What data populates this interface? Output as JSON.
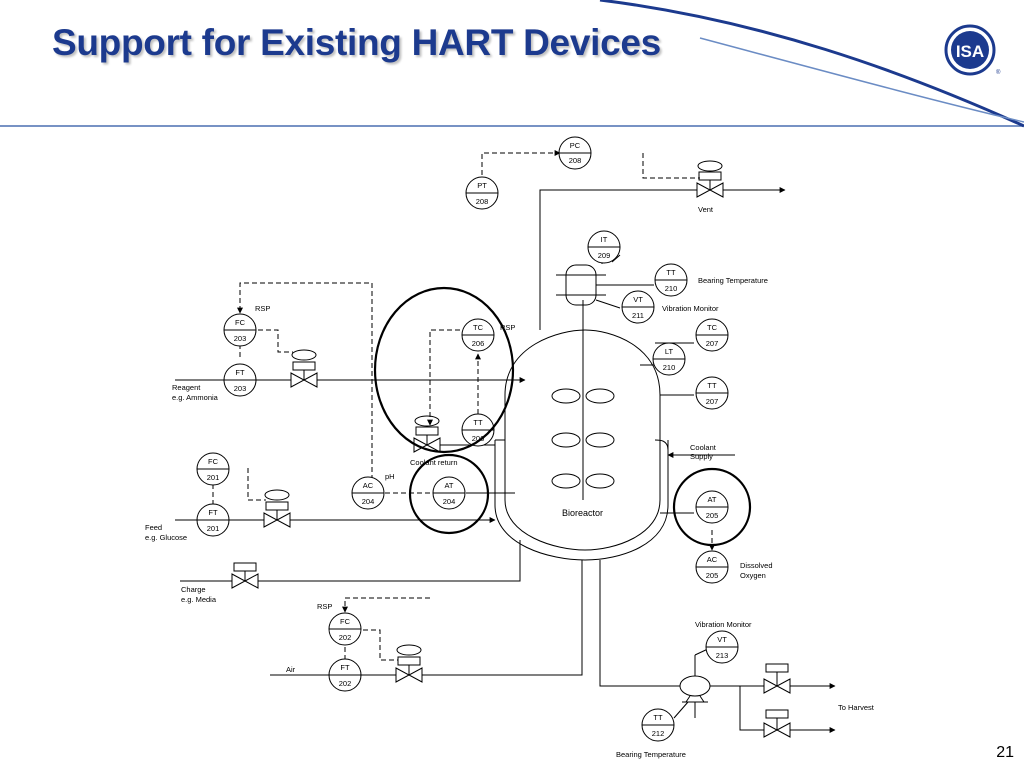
{
  "slide": {
    "title": "Support for Existing HART Devices",
    "page_number": "21",
    "logo_text": "ISA",
    "logo_mark": "®"
  },
  "colors": {
    "title": "#1c3a8e",
    "swoosh": "#1c3a8e",
    "accent_line": "#4a6fb0"
  },
  "instruments": {
    "pc208": {
      "code": "PC",
      "num": "208"
    },
    "pt208": {
      "code": "PT",
      "num": "208"
    },
    "it209": {
      "code": "IT",
      "num": "209"
    },
    "tt210": {
      "code": "TT",
      "num": "210"
    },
    "vt211": {
      "code": "VT",
      "num": "211"
    },
    "tc207": {
      "code": "TC",
      "num": "207"
    },
    "lt210": {
      "code": "LT",
      "num": "210"
    },
    "tt207": {
      "code": "TT",
      "num": "207"
    },
    "tc206": {
      "code": "TC",
      "num": "206"
    },
    "tt206": {
      "code": "TT",
      "num": "206"
    },
    "fc203": {
      "code": "FC",
      "num": "203"
    },
    "ft203": {
      "code": "FT",
      "num": "203"
    },
    "fc201": {
      "code": "FC",
      "num": "201"
    },
    "ft201": {
      "code": "FT",
      "num": "201"
    },
    "ac204": {
      "code": "AC",
      "num": "204"
    },
    "at204": {
      "code": "AT",
      "num": "204"
    },
    "at205": {
      "code": "AT",
      "num": "205"
    },
    "ac205": {
      "code": "AC",
      "num": "205"
    },
    "fc202": {
      "code": "FC",
      "num": "202"
    },
    "ft202": {
      "code": "FT",
      "num": "202"
    },
    "vt213": {
      "code": "VT",
      "num": "213"
    },
    "tt212": {
      "code": "TT",
      "num": "212"
    }
  },
  "labels": {
    "vent": "Vent",
    "bearing_temperature_top": "Bearing Temperature",
    "vibration_monitor_top": "Vibration Monitor",
    "rsp_fc203": "RSP",
    "rsp_tc206": "RSP",
    "reagent": "Reagent",
    "reagent_eg": "e.g. Ammonia",
    "coolant_supply_1": "Coolant",
    "coolant_supply_2": "Supply",
    "coolant_return": "Coolant return",
    "ph": "pH",
    "bioreactor": "Bioreactor",
    "feed": "Feed",
    "feed_eg": "e.g. Glucose",
    "dissolved_1": "Dissolved",
    "dissolved_2": "Oxygen",
    "charge": "Charge",
    "charge_eg": "e.g. Media",
    "rsp_fc202": "RSP",
    "air": "Air",
    "vibration_monitor_bottom": "Vibration Monitor",
    "to_harvest": "To Harvest",
    "bearing_temperature_bottom": "Bearing Temperature"
  }
}
